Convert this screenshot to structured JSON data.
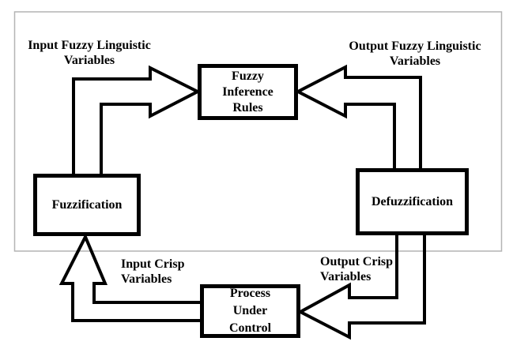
{
  "diagram": {
    "title": "Fuzzy logic control loop block diagram",
    "nodes": {
      "fuzzy_inference_rules": {
        "label": "Fuzzy\nInference\nRules"
      },
      "fuzzification": {
        "label": "Fuzzification"
      },
      "defuzzification": {
        "label": "Defuzzification"
      },
      "process_under_control": {
        "label": "Process\nUnder\nControl"
      }
    },
    "edge_labels": {
      "input_fuzzy_linguistic": "Input Fuzzy Linguistic\nVariables",
      "output_fuzzy_linguistic": "Output Fuzzy Linguistic\nVariables",
      "input_crisp": "Input Crisp\nVariables",
      "output_crisp": "Output Crisp\nVariables"
    },
    "colors": {
      "stroke": "#000000",
      "frame_border": "#b4b4b4",
      "background": "#ffffff",
      "text": "#000000"
    }
  }
}
